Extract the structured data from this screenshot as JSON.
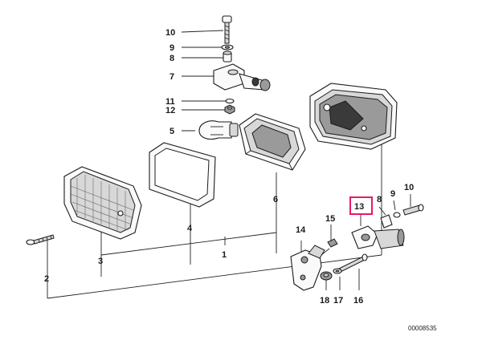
{
  "diagram": {
    "reference_number": "00008535",
    "callouts": [
      {
        "id": "c1",
        "text": "1"
      },
      {
        "id": "c2",
        "text": "2"
      },
      {
        "id": "c3",
        "text": "3"
      },
      {
        "id": "c4",
        "text": "4"
      },
      {
        "id": "c5",
        "text": "5"
      },
      {
        "id": "c6",
        "text": "6"
      },
      {
        "id": "c7",
        "text": "7"
      },
      {
        "id": "c8a",
        "text": "8"
      },
      {
        "id": "c9a",
        "text": "9"
      },
      {
        "id": "c10a",
        "text": "10"
      },
      {
        "id": "c11",
        "text": "11"
      },
      {
        "id": "c12",
        "text": "12"
      },
      {
        "id": "c13",
        "text": "13"
      },
      {
        "id": "c14",
        "text": "14"
      },
      {
        "id": "c15",
        "text": "15"
      },
      {
        "id": "c16",
        "text": "16"
      },
      {
        "id": "c17",
        "text": "17"
      },
      {
        "id": "c18",
        "text": "18"
      },
      {
        "id": "c8b",
        "text": "8"
      },
      {
        "id": "c9b",
        "text": "9"
      },
      {
        "id": "c10b",
        "text": "10"
      }
    ],
    "highlighted_callout": "13",
    "highlight_color": "#e8196a"
  }
}
